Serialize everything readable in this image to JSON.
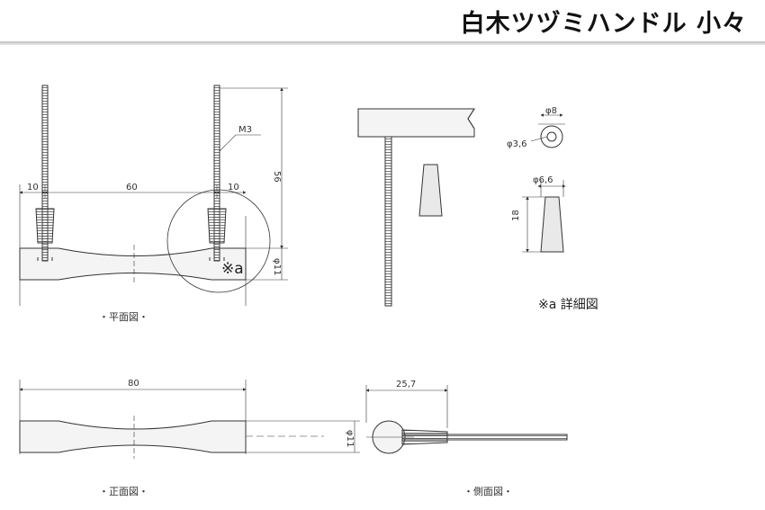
{
  "title": "白木ツヅミハンドル 小々",
  "labels": {
    "plan_view": "・平面図・",
    "front_view": "・正面図・",
    "side_view": "・側面図・",
    "detail_title": "※a 詳細図",
    "detail_marker": "※a"
  },
  "dimensions": {
    "d_10_left": "10",
    "d_60": "60",
    "d_10_right": "10",
    "d_56": "56",
    "d_m3": "M3",
    "d_phi11_plan": "φ11",
    "d_80": "80",
    "d_phi11_front": "φ11",
    "d_25_7": "25,7",
    "d_phi8": "φ8",
    "d_phi3_6": "φ3,6",
    "d_phi6_6": "φ6,6",
    "d_18": "18"
  },
  "colors": {
    "line": "#333333",
    "fill": "#e9e9e9",
    "title_rule": "#c8c8c8"
  }
}
